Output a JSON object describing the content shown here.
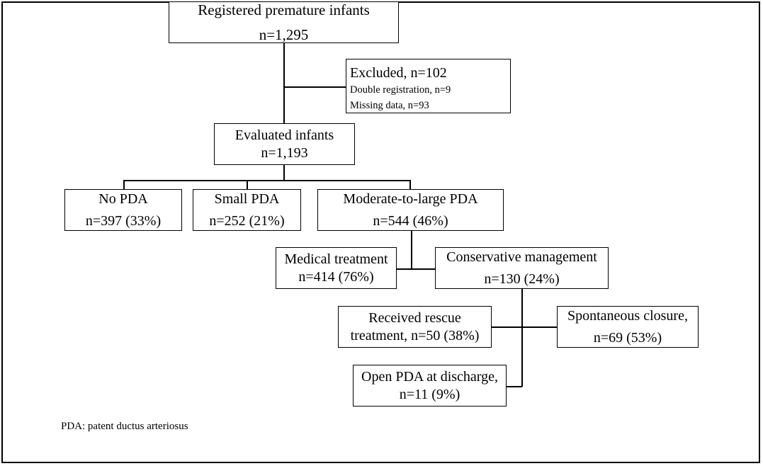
{
  "boxes": {
    "registered": {
      "line1": "Registered premature infants",
      "line2": "n=1,295"
    },
    "excluded": {
      "title": "Excluded, n=102",
      "reason1": "Double registration, n=9",
      "reason2": "Missing data, n=93"
    },
    "evaluated": {
      "line1": "Evaluated infants",
      "line2": "n=1,193"
    },
    "no_pda": {
      "line1": "No PDA",
      "line2": "n=397 (33%)"
    },
    "small_pda": {
      "line1": "Small PDA",
      "line2": "n=252 (21%)"
    },
    "moderate_large_pda": {
      "line1": "Moderate-to-large PDA",
      "line2": "n=544 (46%)"
    },
    "medical_treatment": {
      "line1": "Medical treatment",
      "line2": "n=414 (76%)"
    },
    "conservative_management": {
      "line1": "Conservative management",
      "line2": "n=130 (24%)"
    },
    "rescue_treatment": {
      "line1": "Received rescue",
      "line2": "treatment, n=50 (38%)"
    },
    "spontaneous_closure": {
      "line1": "Spontaneous closure,",
      "line2": "n=69 (53%)"
    },
    "open_pda": {
      "line1": "Open PDA at discharge,",
      "line2": "n=11 (9%)"
    }
  },
  "footnote": "PDA: patent ductus arteriosus"
}
